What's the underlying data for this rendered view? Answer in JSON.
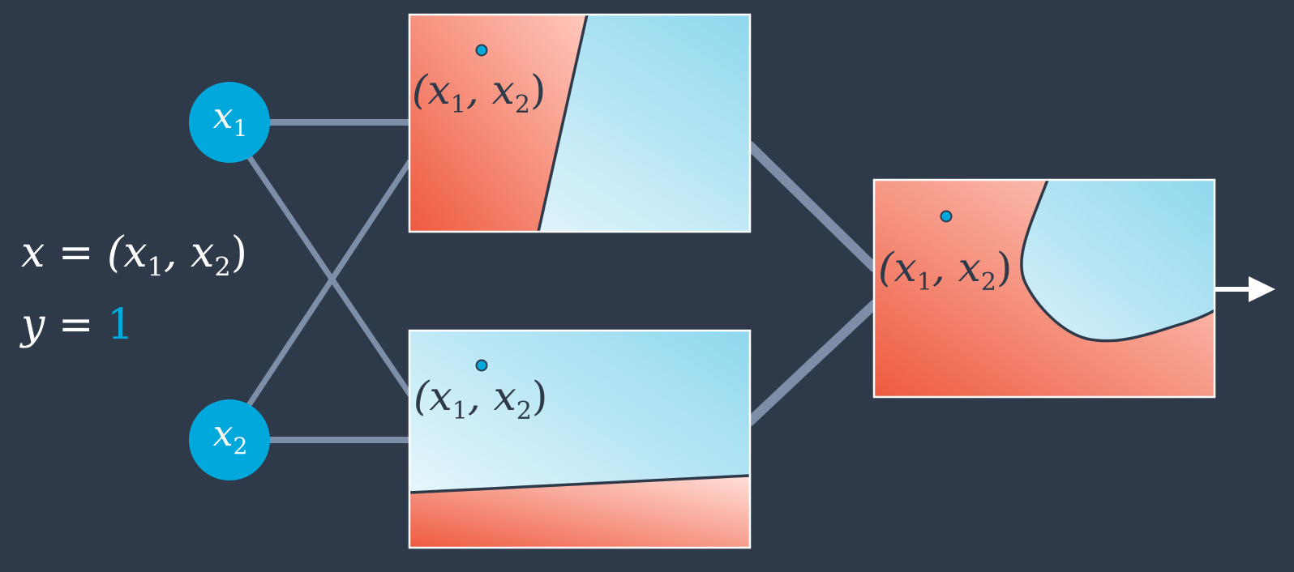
{
  "inputs": {
    "x_eq": "x = (x",
    "x1_sub": "1",
    "x_sep": ", x",
    "x2_sub": "2",
    "x_close": ")",
    "y_eq": "y = ",
    "y_value": "1"
  },
  "nodes": [
    {
      "var": "x",
      "sub": "1"
    },
    {
      "var": "x",
      "sub": "2"
    }
  ],
  "point_label": {
    "open": "(x",
    "sub1": "1",
    "sep": ", x",
    "sub2": "2",
    "close": ")"
  },
  "colors": {
    "background": "#2e3a4a",
    "node": "#00a8dc",
    "edge": "#7d8fa8",
    "class_negative": "#ee5a3f",
    "class_positive": "#8fd8ee",
    "boundary": "#2e3a4a",
    "output_arrow": "#ffffff"
  }
}
